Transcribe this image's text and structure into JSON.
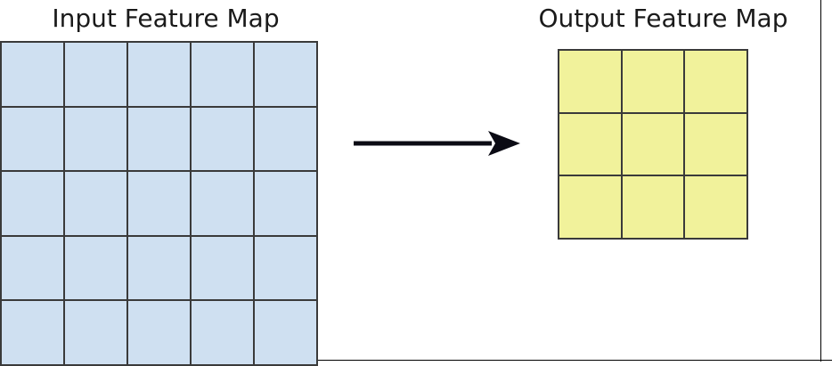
{
  "figure": {
    "type": "diagram",
    "description": "Convolution feature map transformation diagram"
  },
  "input_panel": {
    "title": "Input Feature Map",
    "grid": {
      "rows": 5,
      "cols": 5,
      "cell_fill": "#cfe0f1",
      "line_color": "#3a3a3a",
      "cells": [
        [
          "",
          "",
          "",
          "",
          ""
        ],
        [
          "",
          "",
          "",
          "",
          ""
        ],
        [
          "",
          "",
          "",
          "",
          ""
        ],
        [
          "",
          "",
          "",
          "",
          ""
        ],
        [
          "",
          "",
          "",
          "",
          ""
        ]
      ]
    }
  },
  "output_panel": {
    "title": "Output Feature Map",
    "grid": {
      "rows": 3,
      "cols": 3,
      "cell_fill": "#f1f29b",
      "line_color": "#3a3a3a",
      "cells": [
        [
          "",
          "",
          ""
        ],
        [
          "",
          "",
          ""
        ],
        [
          "",
          "",
          ""
        ]
      ]
    }
  },
  "connector": {
    "icon": "right-arrow-icon",
    "color": "#0b0b14",
    "direction": "right"
  }
}
